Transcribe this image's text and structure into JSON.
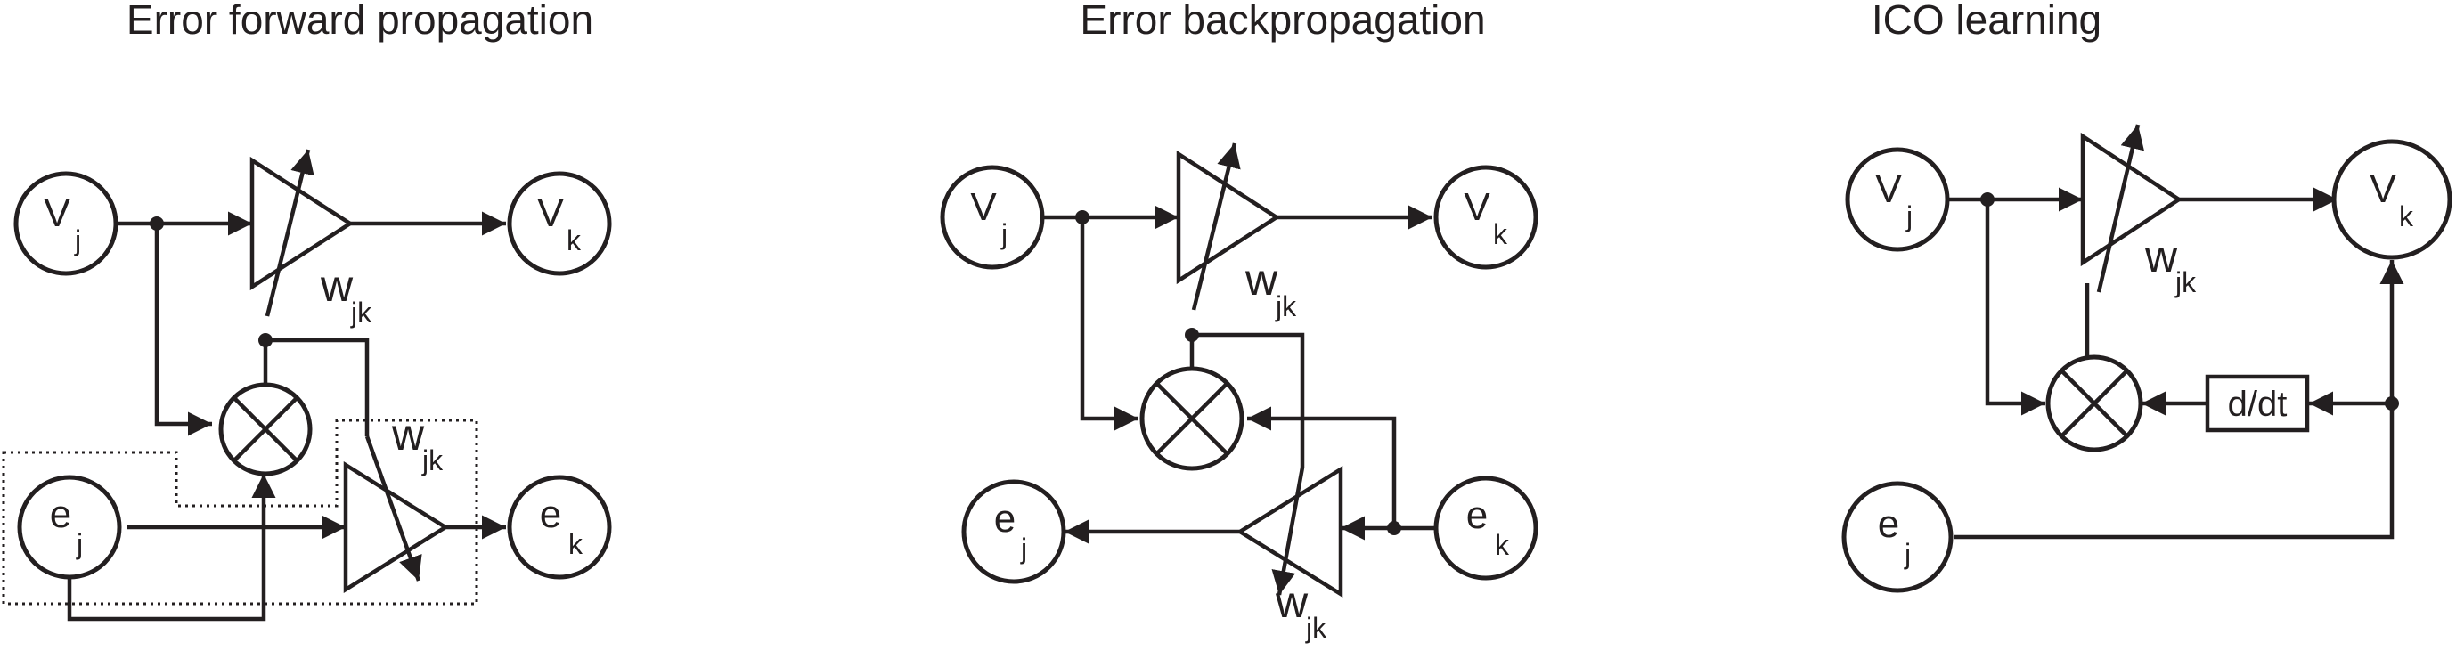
{
  "panels": {
    "forward": {
      "title": "Error forward propagation",
      "v_in": {
        "main": "V",
        "sub": "j"
      },
      "v_out": {
        "main": "V",
        "sub": "k"
      },
      "e_in": {
        "main": "e",
        "sub": "j"
      },
      "e_out": {
        "main": "e",
        "sub": "k"
      },
      "w_top": {
        "main": "w",
        "sub": "jk"
      },
      "w_bottom": {
        "main": "w",
        "sub": "jk"
      }
    },
    "backprop": {
      "title": "Error backpropagation",
      "v_in": {
        "main": "V",
        "sub": "j"
      },
      "v_out": {
        "main": "V",
        "sub": "k"
      },
      "e_in": {
        "main": "e",
        "sub": "j"
      },
      "e_out": {
        "main": "e",
        "sub": "k"
      },
      "w_top": {
        "main": "w",
        "sub": "jk"
      },
      "w_bottom": {
        "main": "w",
        "sub": "jk"
      }
    },
    "ico": {
      "title": "ICO learning",
      "v_in": {
        "main": "V",
        "sub": "j"
      },
      "v_out": {
        "main": "V",
        "sub": "k"
      },
      "e_in": {
        "main": "e",
        "sub": "j"
      },
      "w_top": {
        "main": "w",
        "sub": "jk"
      },
      "derivative": "d/dt"
    }
  }
}
